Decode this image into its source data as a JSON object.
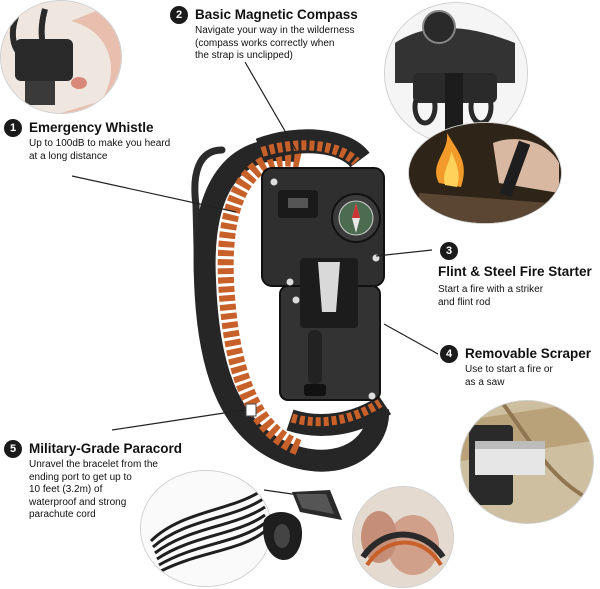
{
  "features": [
    {
      "number": "1",
      "title": "Emergency Whistle",
      "desc": [
        "Up to 100dB to make you heard",
        "at a long distance"
      ]
    },
    {
      "number": "2",
      "title": "Basic Magnetic Compass",
      "desc": [
        "Navigate your way in the wilderness",
        "(compass works correctly when",
        "the strap is unclipped)"
      ]
    },
    {
      "number": "3",
      "title": "Flint & Steel Fire Starter",
      "desc": [
        "Start a fire with a striker",
        "and flint rod"
      ]
    },
    {
      "number": "4",
      "title": "Removable Scraper",
      "desc": [
        "Use to start a fire or",
        "as a saw"
      ]
    },
    {
      "number": "5",
      "title": "Military-Grade Paracord",
      "desc": [
        "Unravel the bracelet from the",
        "ending port to get up to",
        "10 feet (3.2m) of",
        "waterproof and strong",
        "parachute cord"
      ]
    }
  ],
  "colors": {
    "paracord_orange": "#c8602a",
    "paracord_black": "#2a2a2a",
    "buckle": "#2f2f2f",
    "badge": "#1a1a1a"
  }
}
